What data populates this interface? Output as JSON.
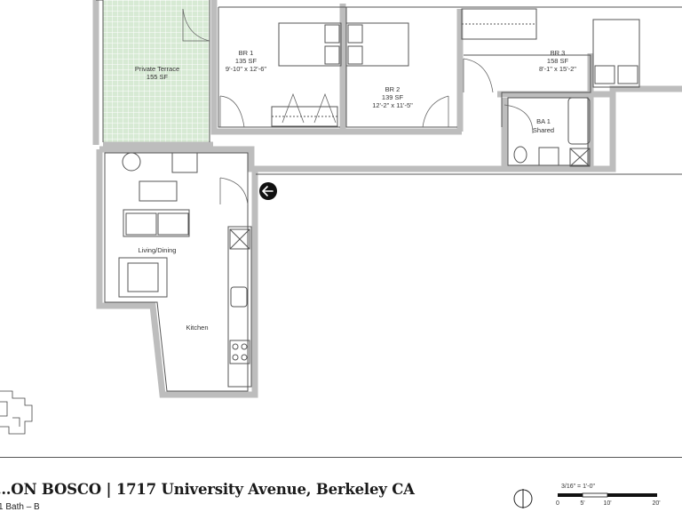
{
  "plan": {
    "rooms": [
      {
        "name": "Private Terrace",
        "area": "155 SF"
      },
      {
        "name": "BR 1",
        "area": "135 SF",
        "dims": "9'-10\" x 12'-6\""
      },
      {
        "name": "BR 2",
        "area": "139 SF",
        "dims": "12'-2\" x 11'-5\""
      },
      {
        "name": "BR 3",
        "area": "158 SF",
        "dims": "8'-1\" x 15'-2\""
      },
      {
        "name": "BA 1",
        "note": "Shared"
      },
      {
        "name": "Living/Dining"
      },
      {
        "name": "Kitchen"
      }
    ],
    "entry_icon": "arrow-left-icon"
  },
  "footer": {
    "title": "…ON BOSCO | 1717 University Avenue, Berkeley CA",
    "subtitle": "1 Bath – B",
    "scale": {
      "ratio": "3/16\" = 1'-0\"",
      "ticks": [
        "0",
        "5'",
        "10'",
        "20'"
      ]
    }
  },
  "colors": {
    "wall": "#b9b9b9",
    "line": "#555555",
    "terrace": "#d2e6d0",
    "entry": "#111111"
  }
}
